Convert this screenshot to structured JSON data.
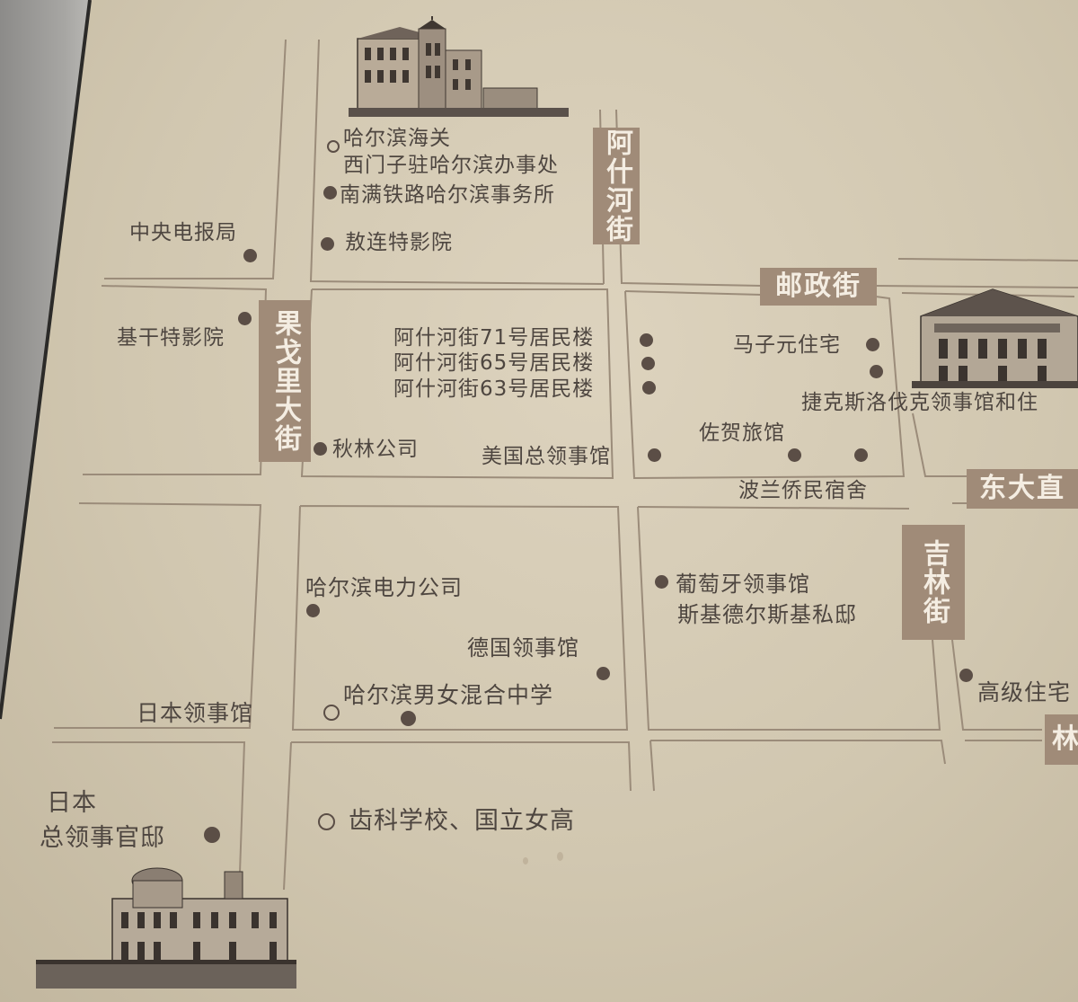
{
  "streets": {
    "ashihe": "阿什河街",
    "youzheng": "邮政街",
    "guogeli": "果戈里大街",
    "dongda": "东大直",
    "jilin": "吉林街",
    "partial_right": "林"
  },
  "places": {
    "harbin_customs": "哈尔滨海关",
    "ximenzi_office": "西门子驻哈尔滨办事处",
    "south_manchuria_railway": "南满铁路哈尔滨事务所",
    "central_telegraph": "中央电报局",
    "aolente_cinema": "敖连特影院",
    "jigante_cinema": "基干特影院",
    "ashihe_71": "阿什河街71号居民楼",
    "ashihe_65": "阿什河街65号居民楼",
    "ashihe_63": "阿什河街63号居民楼",
    "maziyuan_residence": "马子元住宅",
    "czech_consulate": "捷克斯洛伐克领事馆和住",
    "qiulin_company": "秋林公司",
    "us_consulate": "美国总领事馆",
    "saga_hotel": "佐贺旅馆",
    "polish_dormitory": "波兰侨民宿舍",
    "harbin_power": "哈尔滨电力公司",
    "portugal_consulate": "葡萄牙领事馆",
    "skidelsky_mansion": "斯基德尔斯基私邸",
    "german_consulate": "德国领事馆",
    "harbin_mixed_school": "哈尔滨男女混合中学",
    "japan_consulate": "日本领事馆",
    "senior_residence": "高级住宅",
    "japan_residence_line1": "日本",
    "japan_residence_line2": "总领事官邸",
    "dental_school": "齿科学校、国立女高"
  }
}
